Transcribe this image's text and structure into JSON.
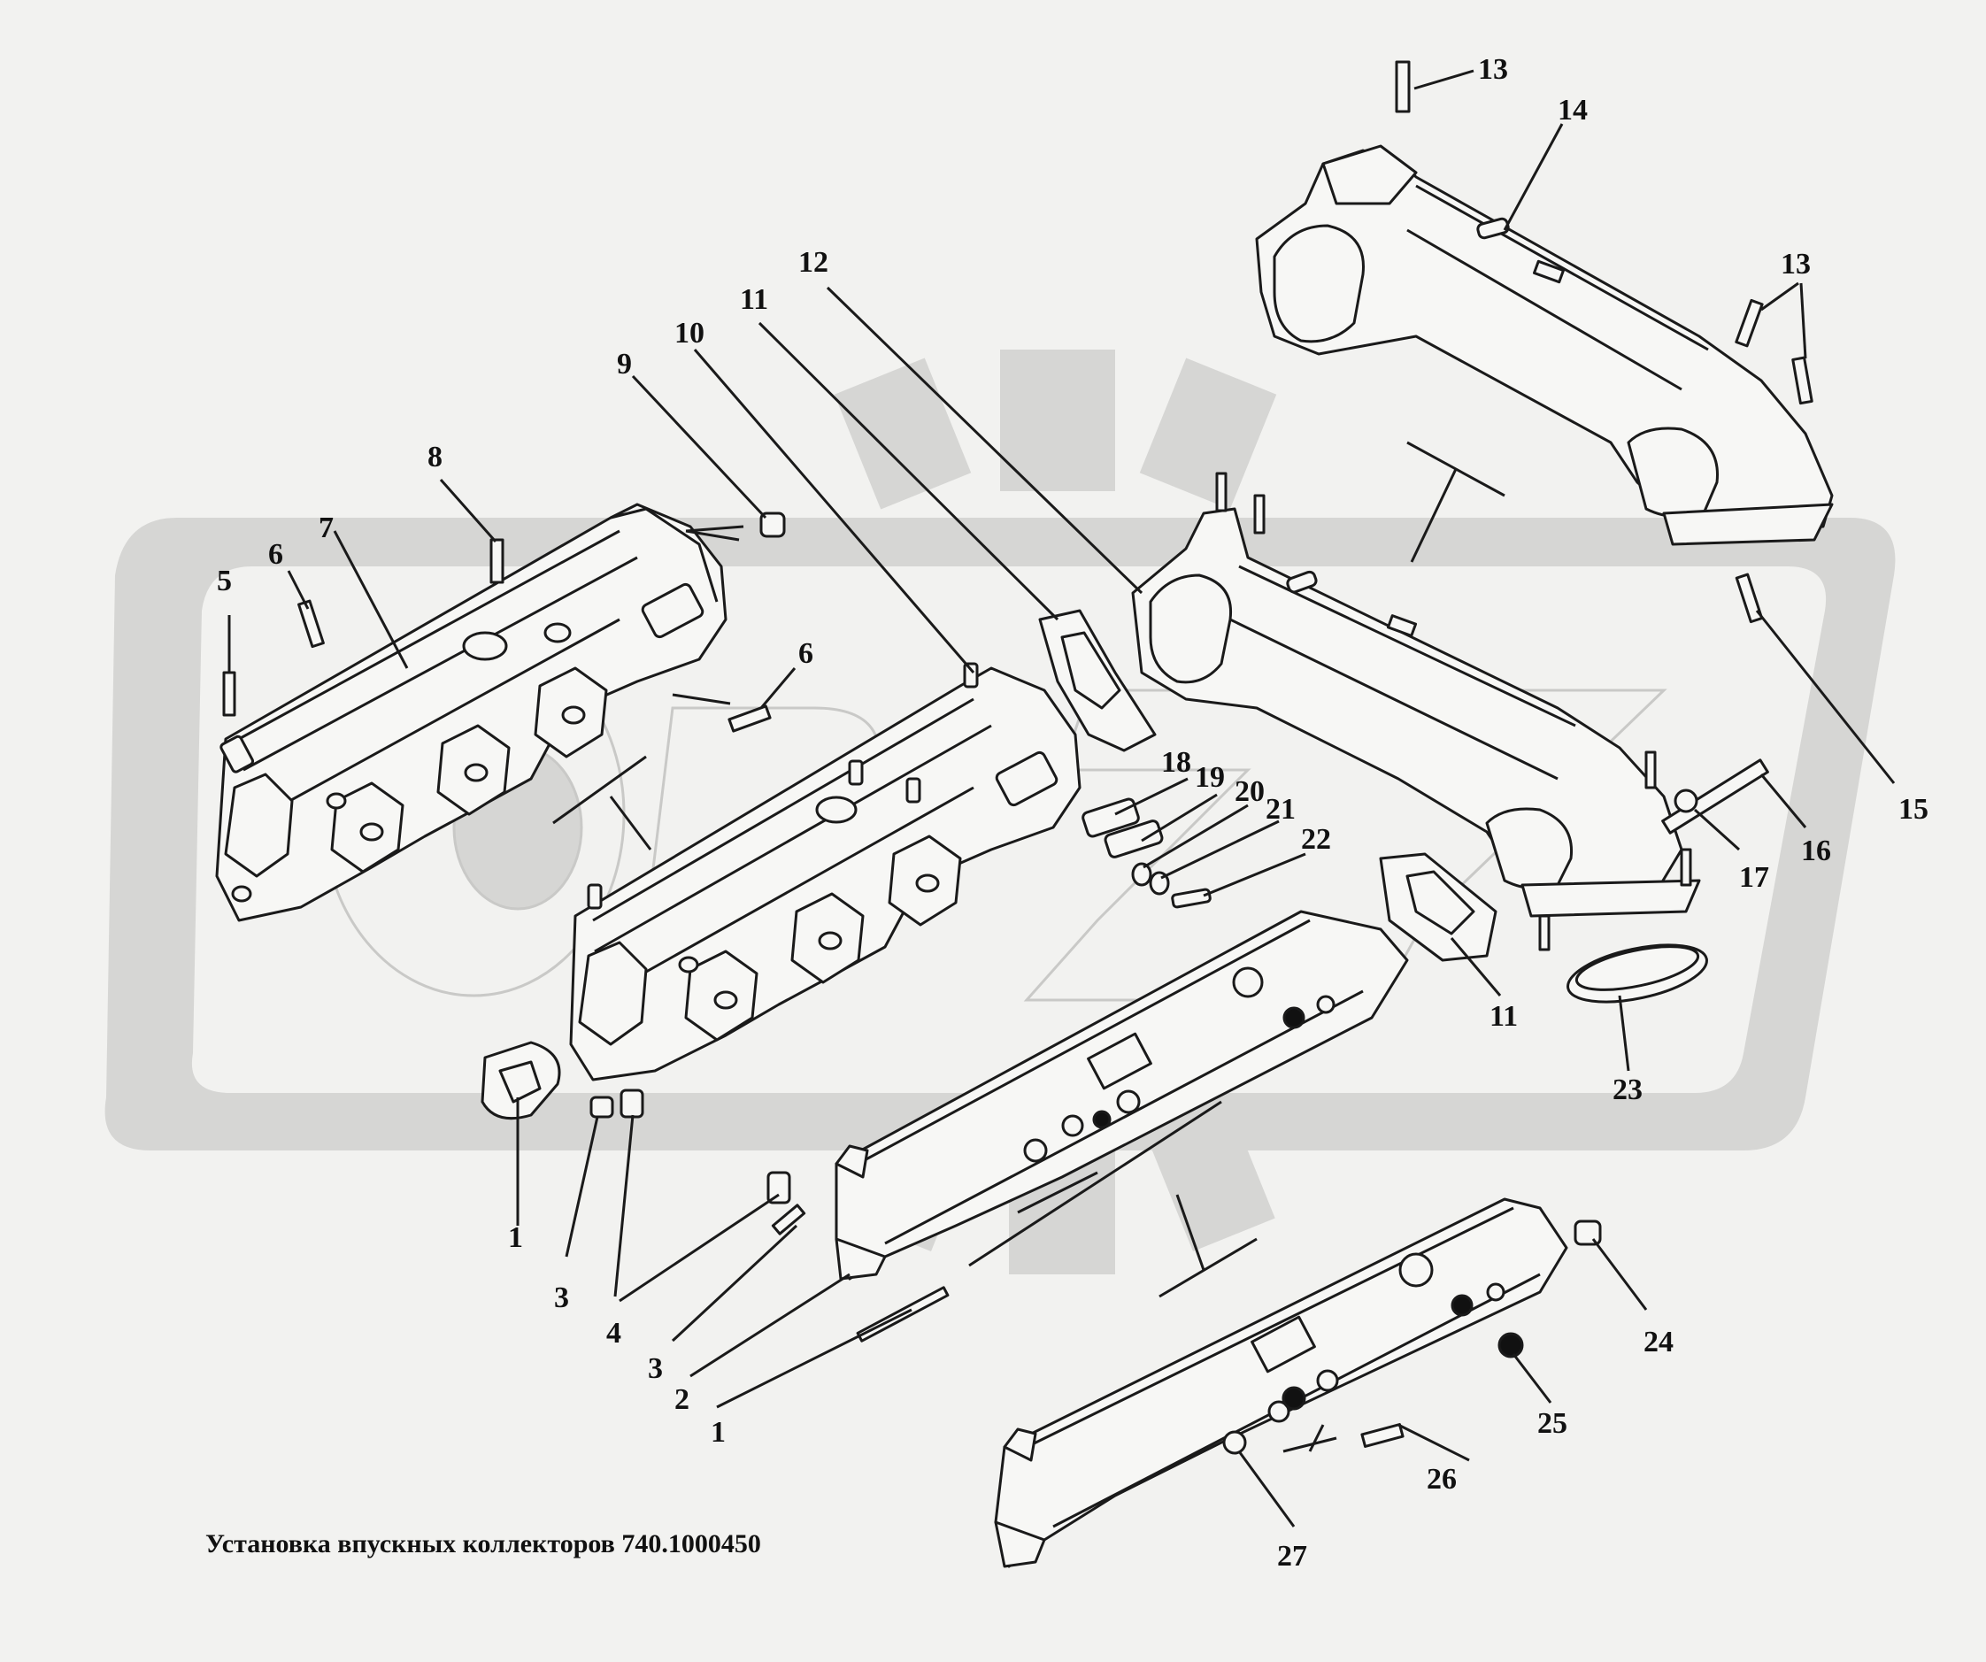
{
  "caption": "Установка впускных коллекторов 740.1000450",
  "watermark": {
    "text": "OPZ",
    "color": "#d6d6d4"
  },
  "colors": {
    "line": "#1a1a1a",
    "background": "#f2f2f0",
    "part_fill": "#f7f7f5"
  },
  "callouts": [
    {
      "id": "c1a",
      "text": "1"
    },
    {
      "id": "c1b",
      "text": "1"
    },
    {
      "id": "c2",
      "text": "2"
    },
    {
      "id": "c3a",
      "text": "3"
    },
    {
      "id": "c3b",
      "text": "3"
    },
    {
      "id": "c4",
      "text": "4"
    },
    {
      "id": "c5",
      "text": "5"
    },
    {
      "id": "c6a",
      "text": "6"
    },
    {
      "id": "c6b",
      "text": "6"
    },
    {
      "id": "c7",
      "text": "7"
    },
    {
      "id": "c8",
      "text": "8"
    },
    {
      "id": "c9",
      "text": "9"
    },
    {
      "id": "c10",
      "text": "10"
    },
    {
      "id": "c11a",
      "text": "11"
    },
    {
      "id": "c11b",
      "text": "11"
    },
    {
      "id": "c12",
      "text": "12"
    },
    {
      "id": "c13a",
      "text": "13"
    },
    {
      "id": "c13b",
      "text": "13"
    },
    {
      "id": "c14",
      "text": "14"
    },
    {
      "id": "c15",
      "text": "15"
    },
    {
      "id": "c16",
      "text": "16"
    },
    {
      "id": "c17",
      "text": "17"
    },
    {
      "id": "c18",
      "text": "18"
    },
    {
      "id": "c19",
      "text": "19"
    },
    {
      "id": "c20",
      "text": "20"
    },
    {
      "id": "c21",
      "text": "21"
    },
    {
      "id": "c22",
      "text": "22"
    },
    {
      "id": "c23",
      "text": "23"
    },
    {
      "id": "c24",
      "text": "24"
    },
    {
      "id": "c25",
      "text": "25"
    },
    {
      "id": "c26",
      "text": "26"
    },
    {
      "id": "c27",
      "text": "27"
    }
  ]
}
